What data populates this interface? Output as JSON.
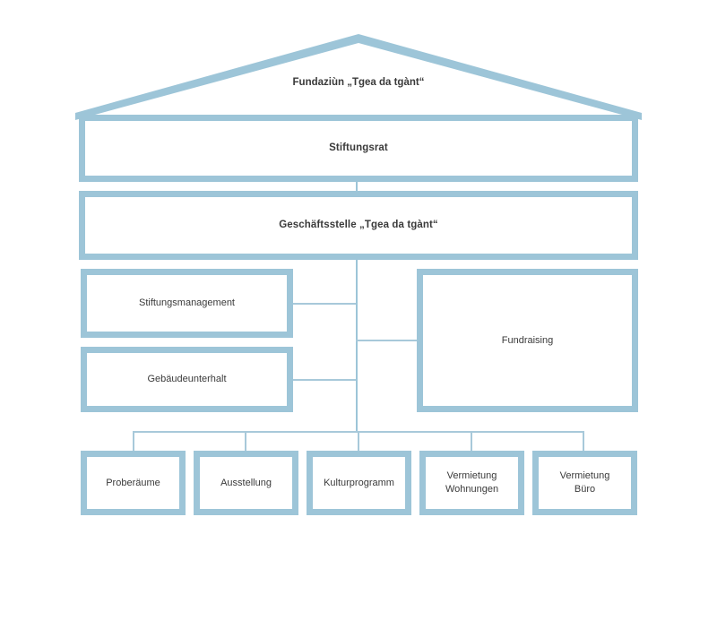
{
  "diagram": {
    "title": "Fundaziùn „Tgea da tgànt“",
    "colors": {
      "border": "#9dc5d8",
      "connector": "#a8c9da",
      "text": "#3a3a3a",
      "background": "#ffffff"
    },
    "roof": {
      "label": "Fundaziùn „Tgea da tgànt“"
    },
    "tiers": {
      "board": {
        "label": "Stiftungsrat"
      },
      "office": {
        "label": "Geschäftsstelle „Tgea da tgànt“"
      },
      "departments": [
        {
          "label": "Stiftungsmanagement"
        },
        {
          "label": "Gebäudeunterhalt"
        },
        {
          "label": "Fundraising"
        }
      ],
      "units": [
        {
          "line1": "Proberäume",
          "line2": ""
        },
        {
          "line1": "Ausstellung",
          "line2": ""
        },
        {
          "line1": "Kulturprogramm",
          "line2": ""
        },
        {
          "line1": "Vermietung",
          "line2": "Wohnungen"
        },
        {
          "line1": "Vermietung",
          "line2": "Büro"
        }
      ]
    }
  }
}
